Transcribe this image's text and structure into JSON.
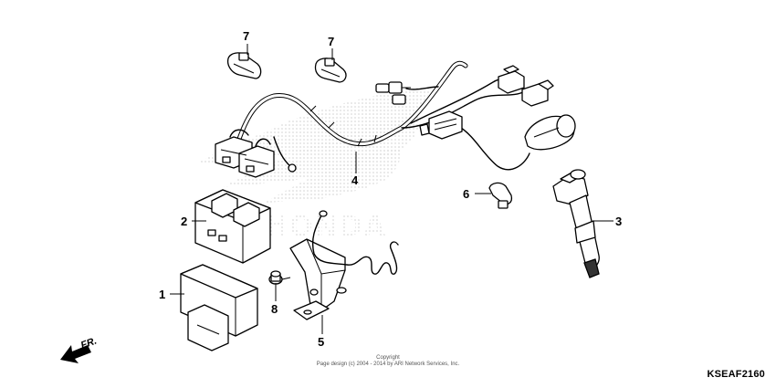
{
  "callouts": {
    "c1": "1",
    "c2": "2",
    "c3": "3",
    "c4": "4",
    "c5": "5",
    "c6": "6",
    "c7a": "7",
    "c7b": "7",
    "c8": "8"
  },
  "direction_label": "FR.",
  "watermark_text": "HONDA",
  "copyright": {
    "line1": "Copyright",
    "line2": "Page design (c) 2004 - 2014 by ARI Network Services, Inc."
  },
  "drawing_code": "KSEAF2160"
}
